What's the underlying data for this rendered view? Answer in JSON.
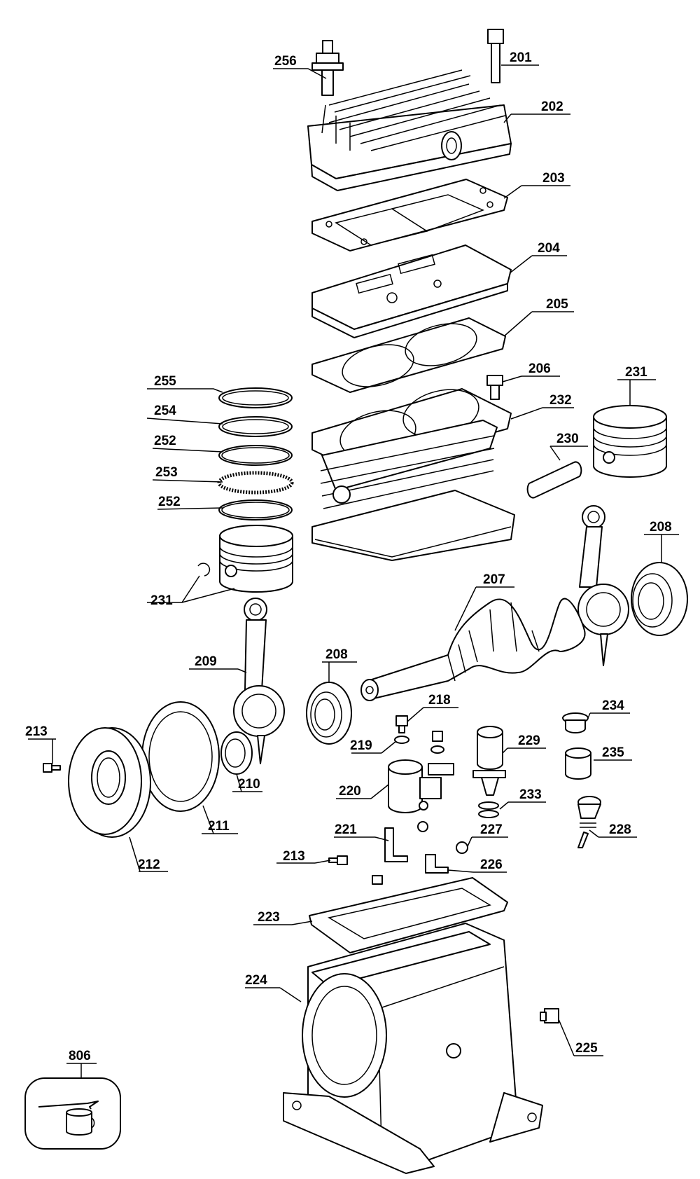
{
  "labels": {
    "l201": "201",
    "l202": "202",
    "l203": "203",
    "l204": "204",
    "l205": "205",
    "l206": "206",
    "l207": "207",
    "l208a": "208",
    "l208b": "208",
    "l209": "209",
    "l210": "210",
    "l211": "211",
    "l212": "212",
    "l213a": "213",
    "l213b": "213",
    "l218": "218",
    "l219": "219",
    "l220": "220",
    "l221": "221",
    "l223": "223",
    "l224": "224",
    "l225": "225",
    "l226": "226",
    "l227": "227",
    "l228": "228",
    "l229": "229",
    "l230": "230",
    "l231a": "231",
    "l231b": "231",
    "l232": "232",
    "l233": "233",
    "l234": "234",
    "l235": "235",
    "l252a": "252",
    "l252b": "252",
    "l253": "253",
    "l254": "254",
    "l255": "255",
    "l256": "256",
    "l806": "806"
  }
}
